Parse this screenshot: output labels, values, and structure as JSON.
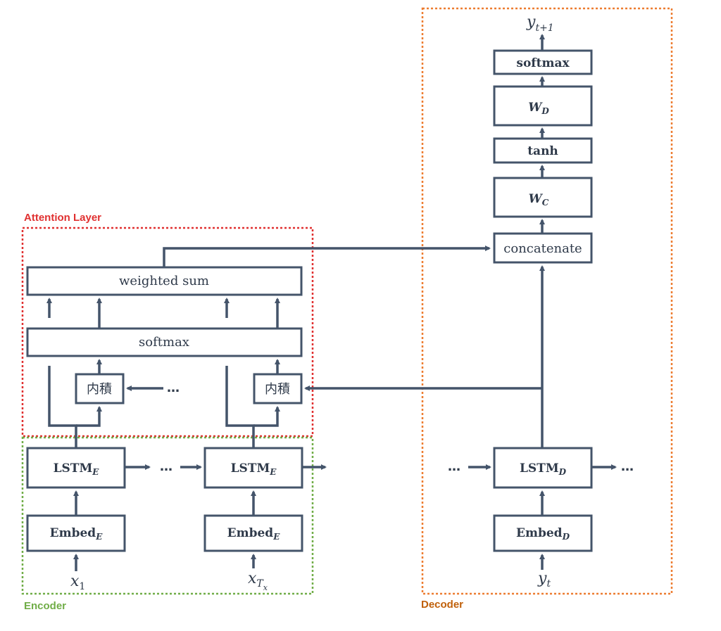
{
  "groups": {
    "attention": {
      "label": "Attention Layer",
      "color": "#e03030"
    },
    "encoder": {
      "label": "Encoder",
      "color": "#70ad47"
    },
    "decoder": {
      "label": "Decoder",
      "color": "#ed7d31"
    }
  },
  "attention": {
    "weighted_sum": "weighted sum",
    "softmax": "softmax",
    "dot1": "内積",
    "dot2": "内積",
    "dots": "…"
  },
  "encoder": {
    "lstm_label": "LSTM",
    "lstm_sub": "E",
    "embed_label": "Embed",
    "embed_sub": "E",
    "dots": "…",
    "x1": "x",
    "x1_sub": "1",
    "xT": "x",
    "xT_sub": "T",
    "xT_subsub": "x"
  },
  "decoder": {
    "y_out": "y",
    "y_out_sub": "t+1",
    "softmax": "softmax",
    "wd": "W",
    "wd_sub": "D",
    "tanh": "tanh",
    "wc": "W",
    "wc_sub": "C",
    "concatenate": "concatenate",
    "lstm_label": "LSTM",
    "lstm_sub": "D",
    "embed_label": "Embed",
    "embed_sub": "D",
    "y_in": "y",
    "y_in_sub": "t",
    "dots_left": "…",
    "dots_right": "…"
  },
  "colors": {
    "box_stroke": "#44546a",
    "text": "#2f3a4a"
  }
}
